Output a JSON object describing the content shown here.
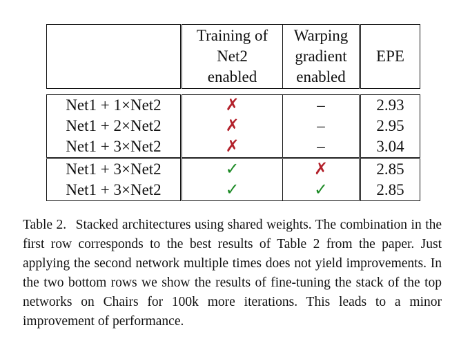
{
  "table": {
    "headers": [
      "",
      "Training of Net2 enabled",
      "Warping gradient enabled",
      "EPE"
    ],
    "header_lines": {
      "training": [
        "Training of",
        "Net2",
        "enabled"
      ],
      "warping": [
        "Warping",
        "gradient",
        "enabled"
      ],
      "epe": "EPE"
    },
    "rows": [
      {
        "model": "Net1 + 1×Net2",
        "training": "✗",
        "warping": "–",
        "epe": "2.93",
        "epe_bold": true
      },
      {
        "model": "Net1 + 2×Net2",
        "training": "✗",
        "warping": "–",
        "epe": "2.95",
        "epe_bold": false
      },
      {
        "model": "Net1 + 3×Net2",
        "training": "✗",
        "warping": "–",
        "epe": "3.04",
        "epe_bold": false
      },
      {
        "model": "Net1 + 3×Net2",
        "training": "✓",
        "warping": "✗",
        "epe": "2.85",
        "epe_bold": true
      },
      {
        "model": "Net1 + 3×Net2",
        "training": "✓",
        "warping": "✓",
        "epe": "2.85",
        "epe_bold": false
      }
    ],
    "colors": {
      "cross": "#b3212b",
      "check": "#1c8a25"
    }
  },
  "caption": {
    "label": "Table 2.",
    "text": "Stacked architectures using shared weights. The combination in the first row corresponds to the best results of Table 2 from the paper. Just applying the second network multiple times does not yield improvements. In the two bottom rows we show the results of fine-tuning the stack of the top networks on Chairs for 100k more iterations. This leads to a minor improvement of performance."
  }
}
